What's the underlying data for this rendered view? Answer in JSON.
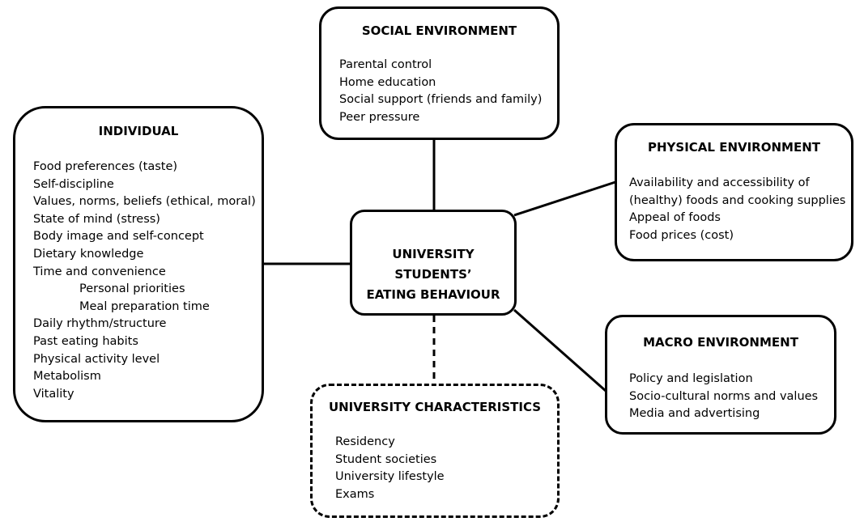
{
  "center": {
    "line1": "UNIVERSITY STUDENTS’",
    "line2": "EATING BEHAVIOUR"
  },
  "social": {
    "title": "SOCIAL ENVIRONMENT",
    "items": [
      "Parental control",
      "Home education",
      "Social support (friends and family)",
      "Peer pressure"
    ]
  },
  "individual": {
    "title": "INDIVIDUAL",
    "items": [
      "Food preferences (taste)",
      "Self-discipline",
      "Values, norms, beliefs (ethical, moral)",
      "State of mind (stress)",
      "Body image and self-concept",
      "Dietary knowledge",
      "Time and convenience",
      "Personal priorities",
      "Meal preparation time",
      "Daily rhythm/structure",
      "Past eating habits",
      "Physical activity level",
      "Metabolism",
      "Vitality"
    ]
  },
  "physical": {
    "title": "PHYSICAL ENVIRONMENT",
    "items": [
      "Availability and accessibility of",
      "(healthy) foods and cooking supplies",
      "Appeal of foods",
      "Food prices (cost)"
    ]
  },
  "macro": {
    "title": "MACRO ENVIRONMENT",
    "items": [
      "Policy and legislation",
      "Socio-cultural norms and values",
      "Media and advertising"
    ]
  },
  "university": {
    "title": "UNIVERSITY CHARACTERISTICS",
    "items": [
      "Residency",
      "Student societies",
      "University lifestyle",
      "Exams"
    ]
  }
}
